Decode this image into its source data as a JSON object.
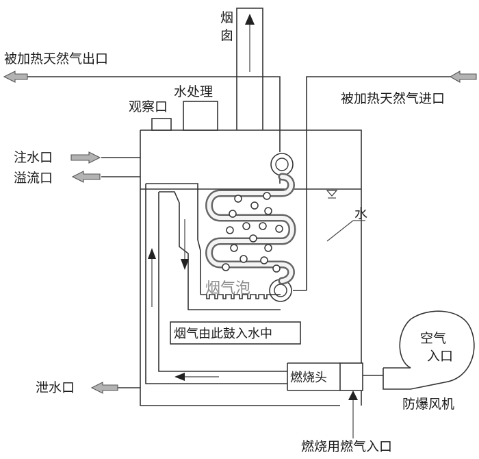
{
  "labels": {
    "chimney": "烟囱",
    "gas_out": "被加热天然气出口",
    "gas_in": "被加热天然气进口",
    "water_treatment": "水处理",
    "observation_port": "观察口",
    "water_inlet": "注水口",
    "overflow": "溢流口",
    "water": "水",
    "flue_bubbles": "烟气泡",
    "flue_drum": "烟气由此鼓入水中",
    "air_inlet": "空气入口",
    "burner": "燃烧头",
    "drain": "泄水口",
    "fan": "防爆风机",
    "fuel_gas_inlet": "燃烧用燃气入口"
  },
  "colors": {
    "line": "#333333",
    "arrow_fill": "#b3b3b3",
    "bubble_label": "#8a8a8a"
  }
}
